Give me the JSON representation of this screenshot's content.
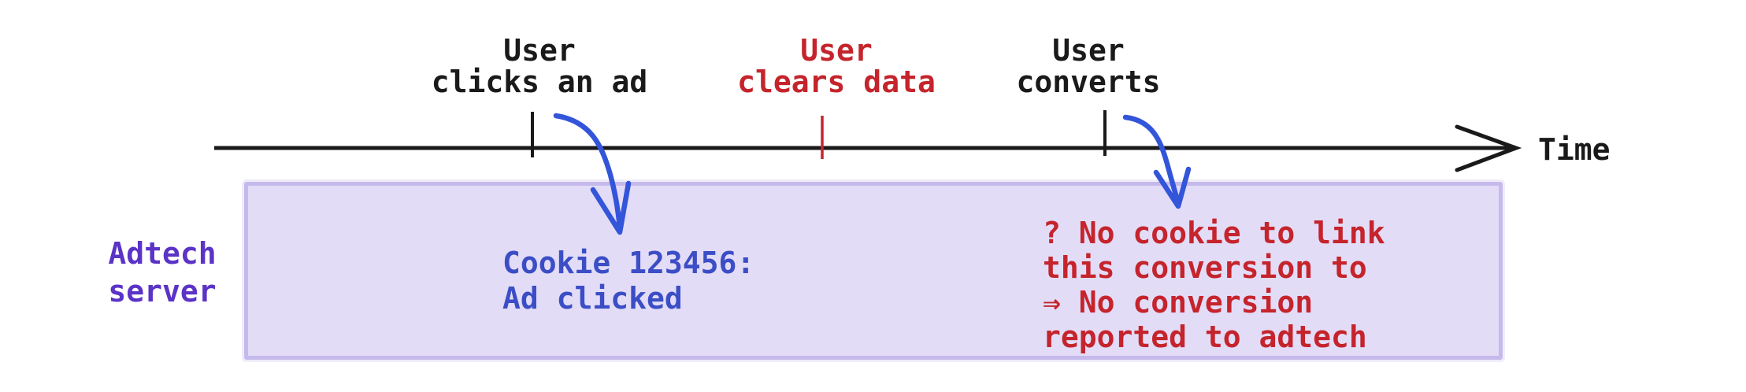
{
  "diagram": {
    "timeline": {
      "axis_label": "Time",
      "events": [
        {
          "label": "User\nclicks an ad",
          "color": "#1a1a1a"
        },
        {
          "label": "User\nclears data",
          "color": "#c5242c"
        },
        {
          "label": "User\nconverts",
          "color": "#1a1a1a"
        }
      ]
    },
    "server": {
      "label": "Adtech\nserver",
      "click_note": "Cookie 123456:\nAd clicked",
      "no_conversion_note": "? No cookie to link\nthis conversion to\n⇒ No conversion\nreported to adtech"
    },
    "colors": {
      "axis": "#1a1a1a",
      "cleared_event": "#c5242c",
      "server_label": "#5b33c7",
      "cookie_note": "#3b4ec5",
      "no_conversion_note": "#c5242c",
      "arrow": "#3355d9",
      "box_fill": "#e3dcf7",
      "box_border": "#c6baec"
    }
  }
}
